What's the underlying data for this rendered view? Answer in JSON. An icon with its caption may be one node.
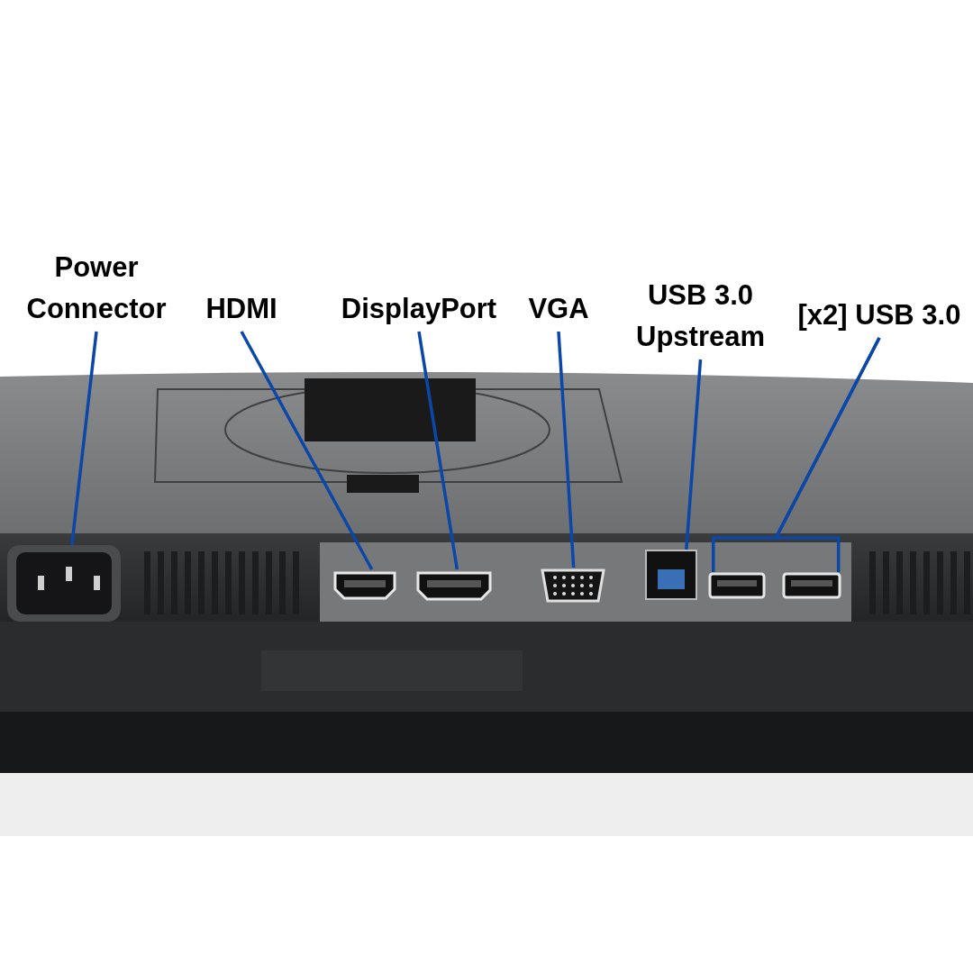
{
  "diagram": {
    "nodes": [
      {
        "text": [
          "Power Connector"
        ]
      },
      {
        "text": [
          "HDMI"
        ]
      },
      {
        "text": [
          "DisplayPort"
        ]
      },
      {
        "text": [
          "VGA"
        ]
      },
      {
        "text": [
          "USB 3.0 Upstream"
        ]
      },
      {
        "text": [
          "[x2] USB 3.0"
        ]
      },
      {
        "text": [],
        "shape": "picture"
      },
      {
        "text": [],
        "shape": "picture"
      },
      {
        "text": [],
        "shape": "picture"
      },
      {
        "text": [],
        "shape": "picture"
      },
      {
        "text": [],
        "shape": "picture"
      },
      {
        "text": [],
        "shape": "picture"
      },
      {
        "text": [],
        "shape": "picture"
      }
    ],
    "edges": [
      {
        "from": 0,
        "to": 6,
        "arrow": "none"
      },
      {
        "from": 1,
        "to": 7,
        "arrow": "none"
      },
      {
        "from": 2,
        "to": 8,
        "arrow": "none"
      },
      {
        "from": 3,
        "to": 9,
        "arrow": "none"
      },
      {
        "from": 4,
        "to": 10,
        "arrow": "none"
      },
      {
        "from": 5,
        "to": 11,
        "arrow": "none"
      },
      {
        "from": 5,
        "to": 12,
        "arrow": "none"
      }
    ]
  }
}
